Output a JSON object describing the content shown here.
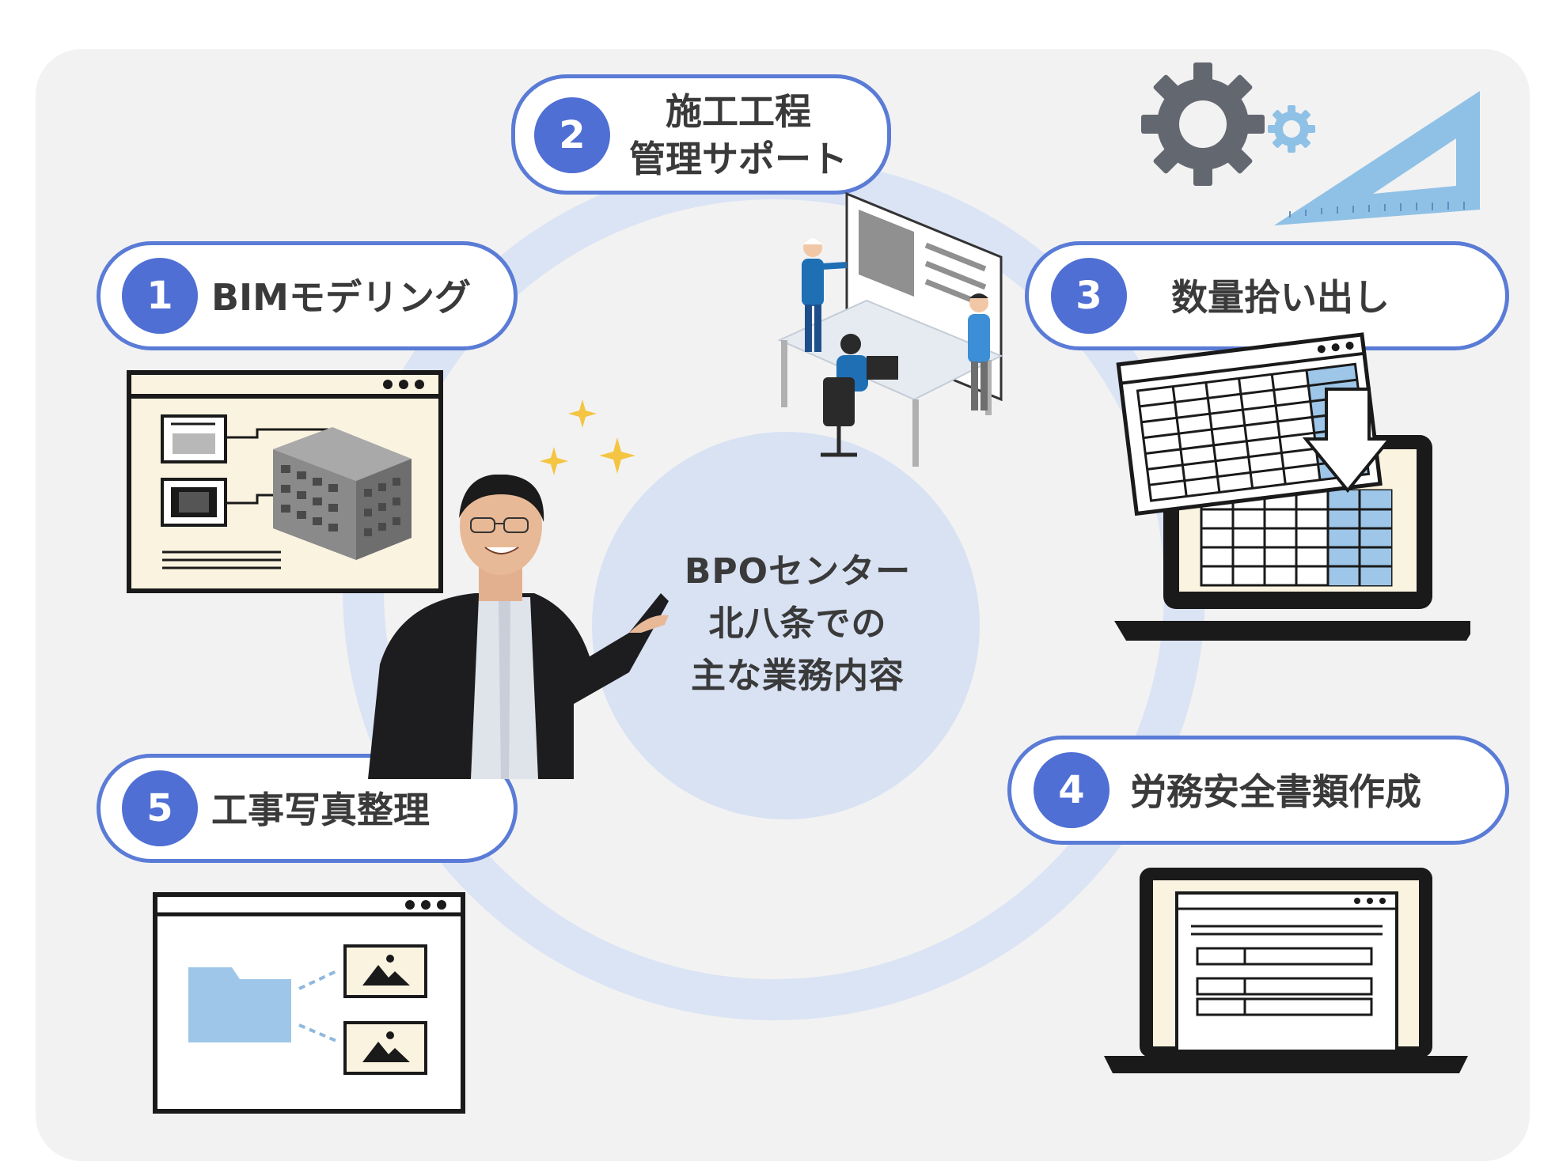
{
  "center": {
    "lines": [
      "BPOセンター",
      "北八条での",
      "主な業務内容"
    ]
  },
  "items": [
    {
      "number": "1",
      "label": "BIMモデリング"
    },
    {
      "number": "2",
      "label_lines": [
        "施工工程",
        "管理サポート"
      ]
    },
    {
      "number": "3",
      "label": "数量拾い出し"
    },
    {
      "number": "4",
      "label": "労務安全書類作成"
    },
    {
      "number": "5",
      "label": "工事写真整理"
    }
  ],
  "colors": {
    "accent": "#4f6fd4",
    "ring": "#dbe4f4",
    "panel": "#f2f2f2",
    "illustration_fill": "#faf3e0",
    "highlight_blue": "#9dc6e8"
  },
  "icons": [
    "gear-icon",
    "triangle-ruler-icon",
    "sparkle-icon",
    "folder-icon",
    "image-icon"
  ]
}
